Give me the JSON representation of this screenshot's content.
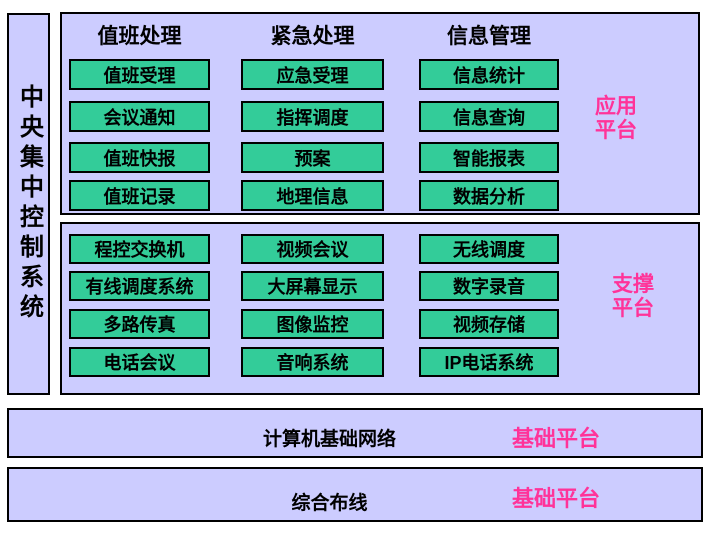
{
  "sidebar": {
    "title": "中央集中控制系统"
  },
  "app_platform": {
    "label_lines": [
      "应用",
      "平台"
    ],
    "columns": [
      {
        "header": "值班处理",
        "items": [
          "值班受理",
          "会议通知",
          "值班快报",
          "值班记录"
        ]
      },
      {
        "header": "紧急处理",
        "items": [
          "应急受理",
          "指挥调度",
          "预案",
          "地理信息"
        ]
      },
      {
        "header": "信息管理",
        "items": [
          "信息统计",
          "信息查询",
          "智能报表",
          "数据分析"
        ]
      }
    ]
  },
  "support_platform": {
    "label_lines": [
      "支撑",
      "平台"
    ],
    "columns": [
      {
        "items": [
          "程控交换机",
          "有线调度系统",
          "多路传真",
          "电话会议"
        ]
      },
      {
        "items": [
          "视频会议",
          "大屏幕显示",
          "图像监控",
          "音响系统"
        ]
      },
      {
        "items": [
          "无线调度",
          "数字录音",
          "视频存储",
          "IP电话系统"
        ]
      }
    ]
  },
  "base_platforms": [
    {
      "title": "计算机基础网络",
      "label": "基础平台"
    },
    {
      "title": "综合布线",
      "label": "基础平台"
    }
  ],
  "colors": {
    "panel_background": "#CCCCFF",
    "button_background": "#33CC99",
    "accent_pink": "#FF3399",
    "border": "#000000"
  }
}
